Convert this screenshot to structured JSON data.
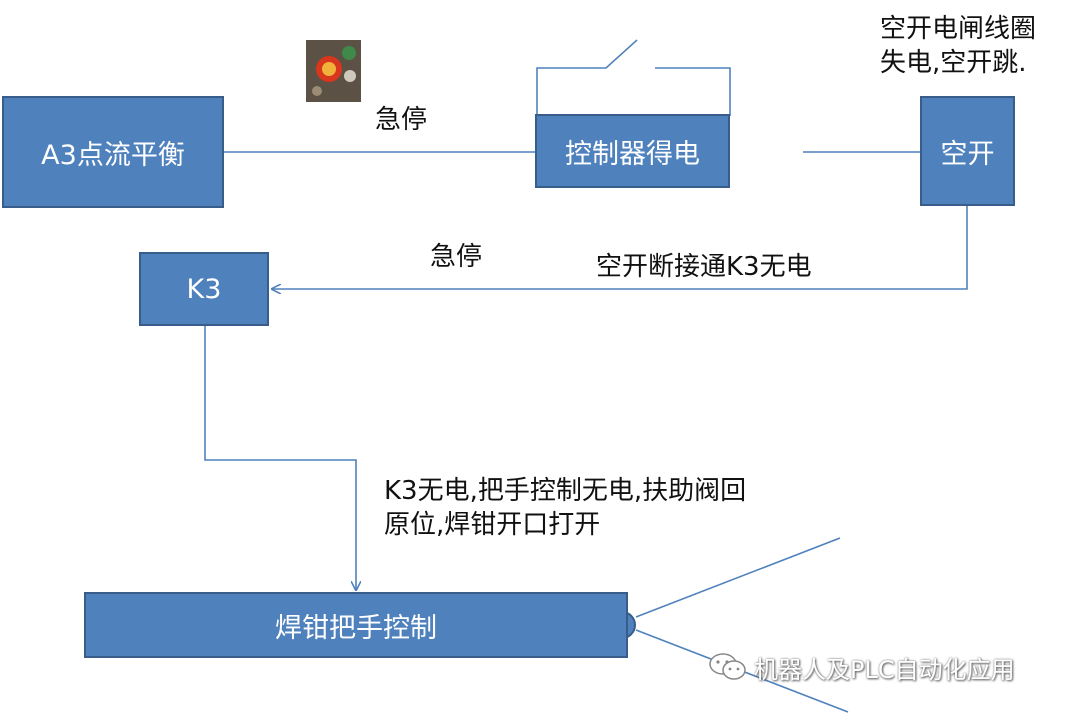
{
  "nodes": {
    "a3": "A3点流平衡",
    "controller": "控制器得电",
    "breaker": "空开",
    "k3": "K3",
    "gun_handle": "焊钳把手控制"
  },
  "labels": {
    "estop_top": "急停",
    "breaker_note_line1": "空开电闸线圈",
    "breaker_note_line2": "失电,空开跳.",
    "estop_bottom": "急停",
    "breaker_to_k3": "空开断接通K3无电",
    "k3_effect_line1": "K3无电,把手控制无电,扶助阀回",
    "k3_effect_line2": "原位,焊钳开口打开"
  },
  "watermark": {
    "text": "机器人及PLC自动化应用",
    "icon": "wechat-icon"
  },
  "images": {
    "estop_photo": "emergency-stop-photo"
  },
  "colors": {
    "box_fill": "#4f81bd",
    "box_border": "#385d8a",
    "wire": "#4f81bd"
  }
}
